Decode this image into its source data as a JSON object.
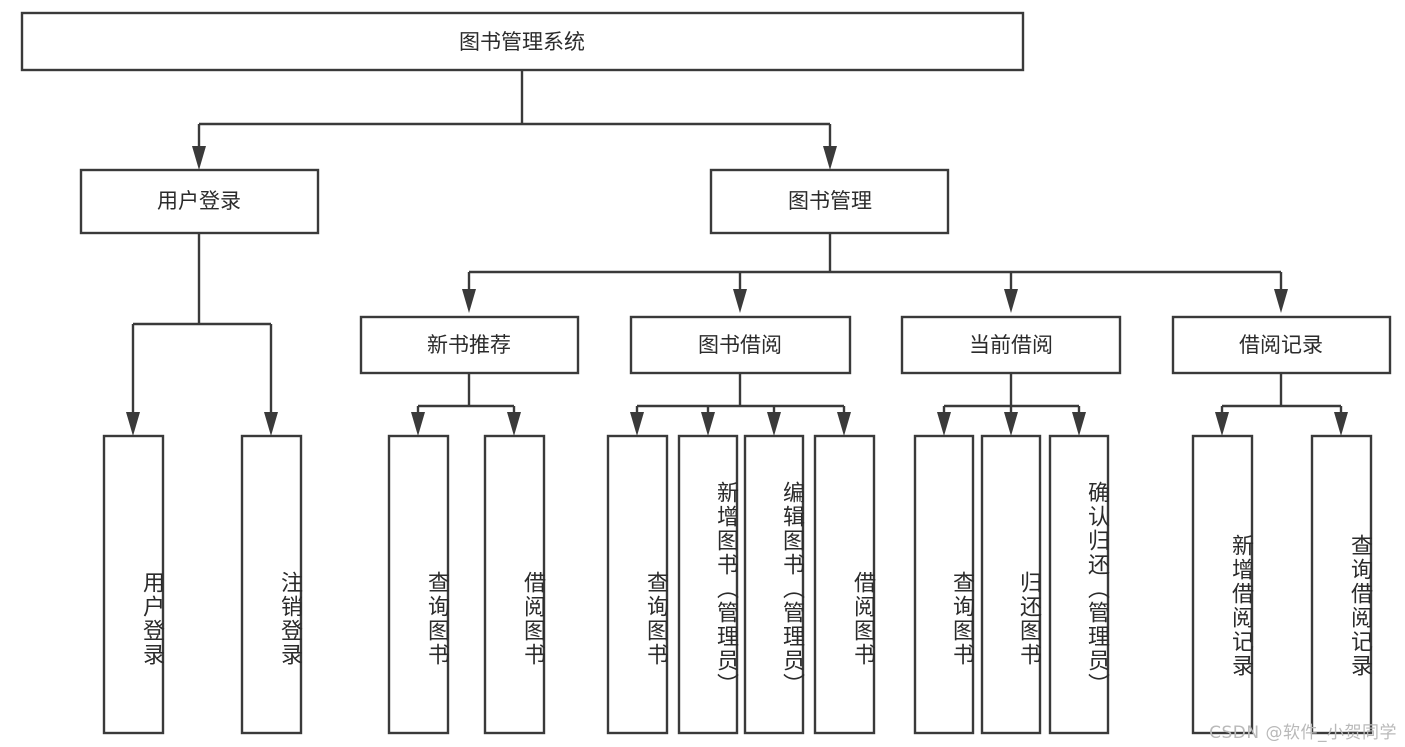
{
  "diagram": {
    "title": "图书管理系统",
    "type": "tree",
    "root": {
      "id": "root",
      "label": "图书管理系统",
      "orientation": "horizontal"
    },
    "level2": [
      {
        "id": "user-login",
        "label": "用户登录",
        "orientation": "horizontal"
      },
      {
        "id": "book-management",
        "label": "图书管理",
        "orientation": "horizontal"
      }
    ],
    "level3": [
      {
        "id": "new-book-recommend",
        "label": "新书推荐",
        "parent": "book-management",
        "orientation": "horizontal"
      },
      {
        "id": "book-borrow",
        "label": "图书借阅",
        "parent": "book-management",
        "orientation": "horizontal"
      },
      {
        "id": "current-borrow",
        "label": "当前借阅",
        "parent": "book-management",
        "orientation": "horizontal"
      },
      {
        "id": "borrow-record",
        "label": "借阅记录",
        "parent": "book-management",
        "orientation": "horizontal"
      }
    ],
    "leaves": [
      {
        "id": "leaf-user-login",
        "label": "用户登录",
        "parent": "user-login",
        "orientation": "vertical"
      },
      {
        "id": "leaf-logout-login",
        "label": "注销登录",
        "parent": "user-login",
        "orientation": "vertical"
      },
      {
        "id": "leaf-query-book-1",
        "label": "查询图书",
        "parent": "new-book-recommend",
        "orientation": "vertical"
      },
      {
        "id": "leaf-borrow-book-1",
        "label": "借阅图书",
        "parent": "new-book-recommend",
        "orientation": "vertical"
      },
      {
        "id": "leaf-query-book-2",
        "label": "查询图书",
        "parent": "book-borrow",
        "orientation": "vertical"
      },
      {
        "id": "leaf-add-book",
        "label": "新增图书（管理员）",
        "parent": "book-borrow",
        "orientation": "vertical"
      },
      {
        "id": "leaf-edit-book",
        "label": "编辑图书（管理员）",
        "parent": "book-borrow",
        "orientation": "vertical"
      },
      {
        "id": "leaf-borrow-book-2",
        "label": "借阅图书",
        "parent": "book-borrow",
        "orientation": "vertical"
      },
      {
        "id": "leaf-query-book-3",
        "label": "查询图书",
        "parent": "current-borrow",
        "orientation": "vertical"
      },
      {
        "id": "leaf-return-book",
        "label": "归还图书",
        "parent": "current-borrow",
        "orientation": "vertical"
      },
      {
        "id": "leaf-confirm-return",
        "label": "确认归还（管理员）",
        "parent": "current-borrow",
        "orientation": "vertical"
      },
      {
        "id": "leaf-add-record",
        "label": "新增借阅记录",
        "parent": "borrow-record",
        "orientation": "vertical"
      },
      {
        "id": "leaf-query-record",
        "label": "查询借阅记录",
        "parent": "borrow-record",
        "orientation": "vertical"
      }
    ],
    "colors": {
      "stroke": "#3a3a3a",
      "fill": "#ffffff",
      "text": "#2b2b2b",
      "watermark": "#b9b9b9",
      "background": "#ffffff"
    }
  },
  "watermark": {
    "text": "CSDN @软件_小贺同学"
  }
}
